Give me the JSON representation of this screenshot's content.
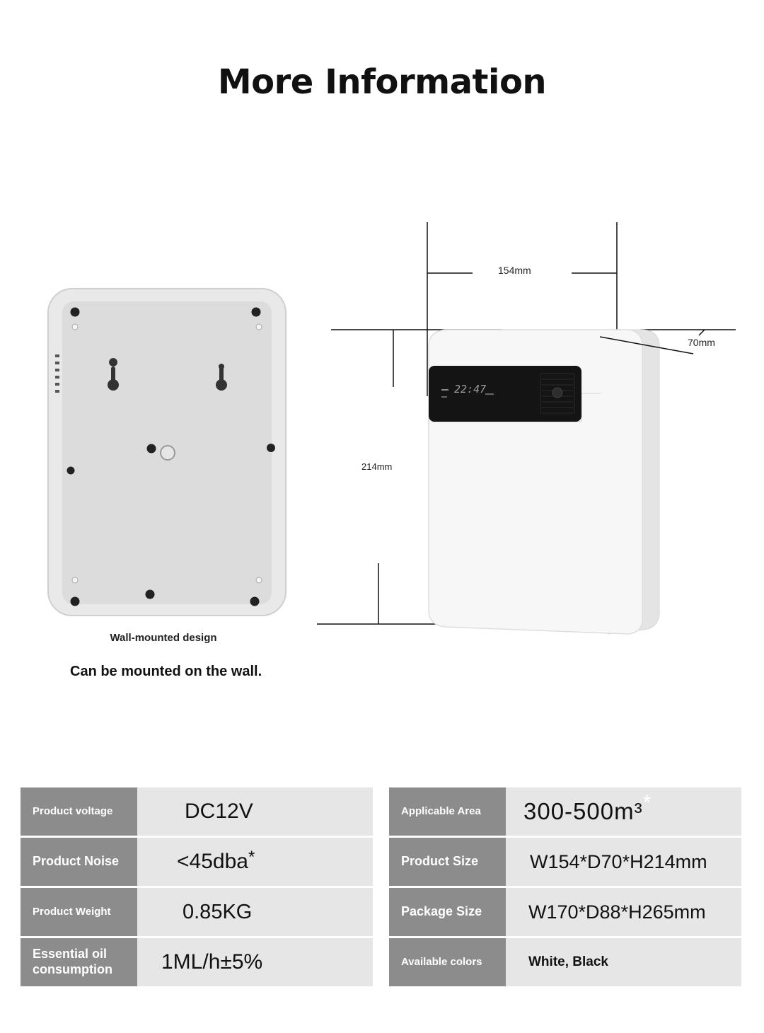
{
  "page": {
    "title": "More Information"
  },
  "illustration": {
    "dimensions": {
      "width": "154mm",
      "depth": "70mm",
      "height": "214mm"
    },
    "display_time": "22:47",
    "caption_small": "Wall-mounted design",
    "caption_main": "Can be mounted on the wall."
  },
  "specs": {
    "left": [
      {
        "label": "Product voltage",
        "value": "DC12V"
      },
      {
        "label": "Product Noise",
        "value": "<45dba",
        "mark": "*"
      },
      {
        "label": "Product Weight",
        "value": "0.85KG"
      },
      {
        "label": "Essential oil consumption",
        "value": "1ML/h±5%"
      }
    ],
    "right": [
      {
        "label": "Applicable Area",
        "value": "300-500m³",
        "mark": "*"
      },
      {
        "label": "Product Size",
        "value": "W154*D70*H214mm"
      },
      {
        "label": "Package Size",
        "value": "W170*D88*H265mm"
      },
      {
        "label": "Available colors",
        "value": "White, Black"
      }
    ]
  },
  "colors": {
    "label_bg": "#8c8c8c",
    "value_bg": "#e6e6e6",
    "device_body": "#f7f7f7",
    "display_panel": "#141414"
  }
}
